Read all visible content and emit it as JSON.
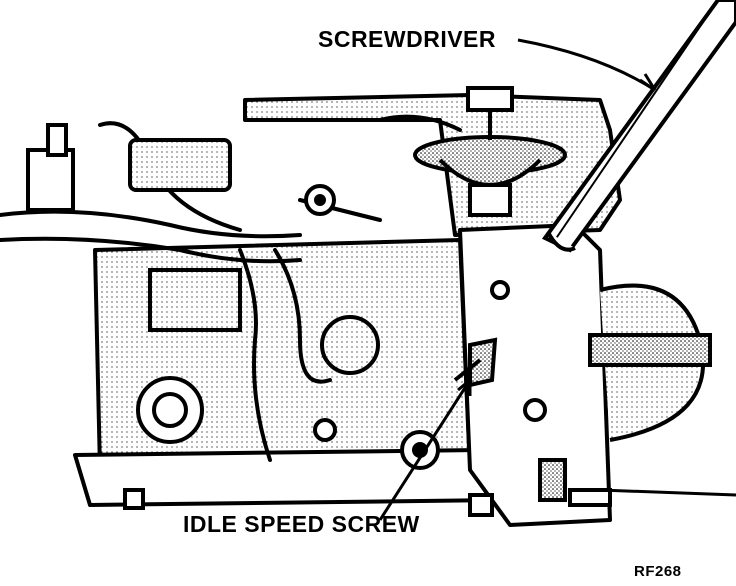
{
  "labels": {
    "screwdriver": "SCREWDRIVER",
    "idle_speed_screw": "IDLE SPEED SCREW",
    "figure_code": "RF268"
  },
  "colors": {
    "ink": "#000000",
    "paper": "#ffffff",
    "shade": "#bdbdbd"
  }
}
